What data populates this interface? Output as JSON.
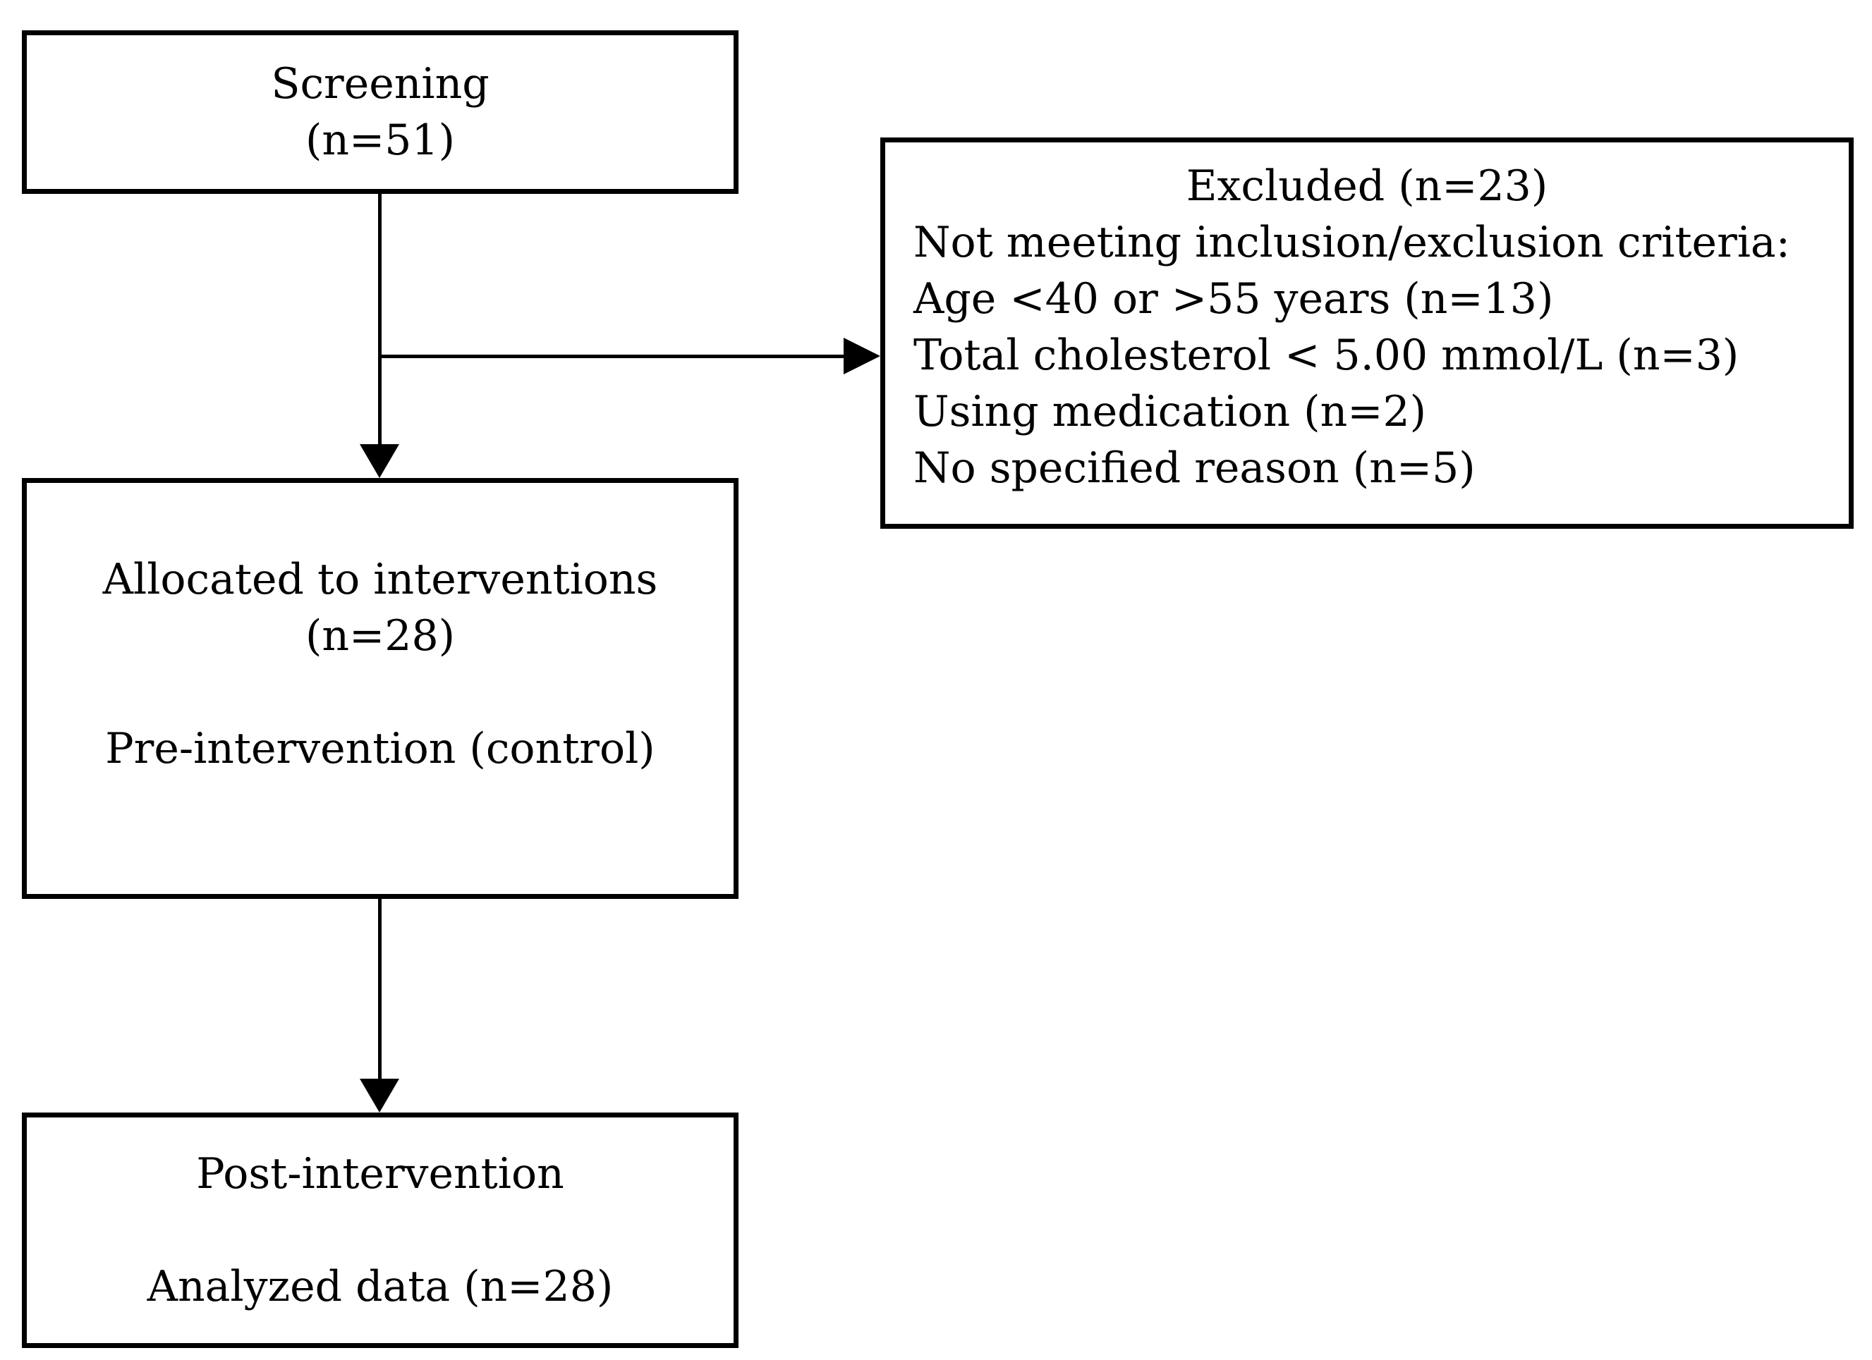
{
  "flowchart": {
    "screening_box": {
      "lines": [
        "Screening",
        "(n=51)"
      ]
    },
    "excluded_box": {
      "title": "Excluded (n=23)",
      "reasons_header": "Not meeting inclusion/exclusion criteria:",
      "reasons": [
        "Age <40 or >55 years (n=13)",
        "Total cholesterol < 5.00 mmol/L (n=3)",
        "Using medication (n=2)",
        "No specified reason (n=5)"
      ]
    },
    "allocated_box": {
      "lines": [
        "Allocated to interventions",
        "(n=28)",
        "",
        "Pre-intervention (control)"
      ]
    },
    "post_box": {
      "lines": [
        "Post-intervention",
        "",
        "Analyzed data (n=28)"
      ]
    },
    "colors": {
      "stroke": "#000000",
      "text": "#000000",
      "box_fill": "#ffffff",
      "background": "#ffffff"
    }
  }
}
